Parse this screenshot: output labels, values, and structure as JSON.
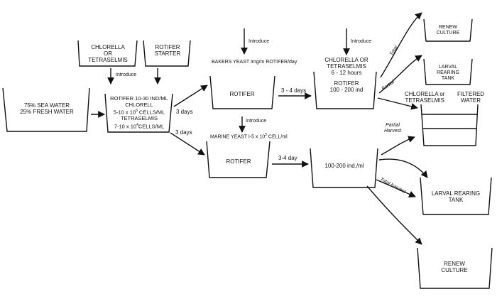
{
  "labels": {
    "chlorella_or_tetraselmis_a": "CHLORELLA",
    "chlorella_or_tetraselmis_b": "OR",
    "chlorella_or_tetraselmis_c": "TETRASELMIS",
    "rotifer_starter_a": "ROTIFER",
    "rotifer_starter_b": "STARTER",
    "introduce_1": "Introduce",
    "sea_water": "75% SEA WATER",
    "fresh_water": "25% FRESH WATER",
    "mix_line1": "ROTIFER 10-30 IND/ML",
    "mix_line2": "CHLORELL",
    "mix_line3": "5-10 x 10",
    "mix_line3_sup": "6",
    "mix_line3_end": " CELLS/ML",
    "mix_line4": "TETRASELMIS",
    "mix_line5": "7-10 x 10",
    "mix_line5_sup": "4",
    "mix_line5_end": "CELLS/ML",
    "days_upper": "3 days",
    "days_lower": "3 days",
    "introduce_2": "Introduce",
    "bakers_yeast": "BAKERS YEAST  Img/m ROTIFER/day",
    "rotifer_upper": "ROTIFER",
    "days_34_upper": "3 - 4 days",
    "introduce_3": "Introduce",
    "chl_tet_upper_a": "CHLORELLA OR",
    "chl_tet_upper_b": "TETRASELMIS",
    "hours": "6 - 12 hours",
    "rotifer_ind_a": "ROTIFER",
    "rotifer_ind_b": "100 - 200 ind",
    "total": "Total",
    "partial": "Partial",
    "renew_upper_a": "RENEW",
    "renew_upper_b": "CULTURE",
    "larval_upper_a": "LARVAL",
    "larval_upper_b": "REARING",
    "larval_upper_c": "TANK",
    "chl_or": "CHLORELLA or",
    "tet": "TETRASELMIS",
    "filtered_a": "FILTERED",
    "filtered_b": "WATER",
    "introduce_4": "Introduce",
    "marine_yeast": "MARINE YEAST  I-5 x 10",
    "marine_yeast_sup": "5",
    "marine_yeast_end": " CELL/ml",
    "rotifer_lower": "ROTIFER",
    "days_34_lower": "3-4 day",
    "ind_ml": "100-200  ind./ml",
    "partial_harvest_a": "Partial",
    "partial_harvest_b": "Harvest",
    "total_harvest": "Total harvest",
    "larval_lower_a": "LARVAL REARING",
    "larval_lower_b": "TANK",
    "renew_lower_a": "RENEW",
    "renew_lower_b": "CULTURE"
  }
}
